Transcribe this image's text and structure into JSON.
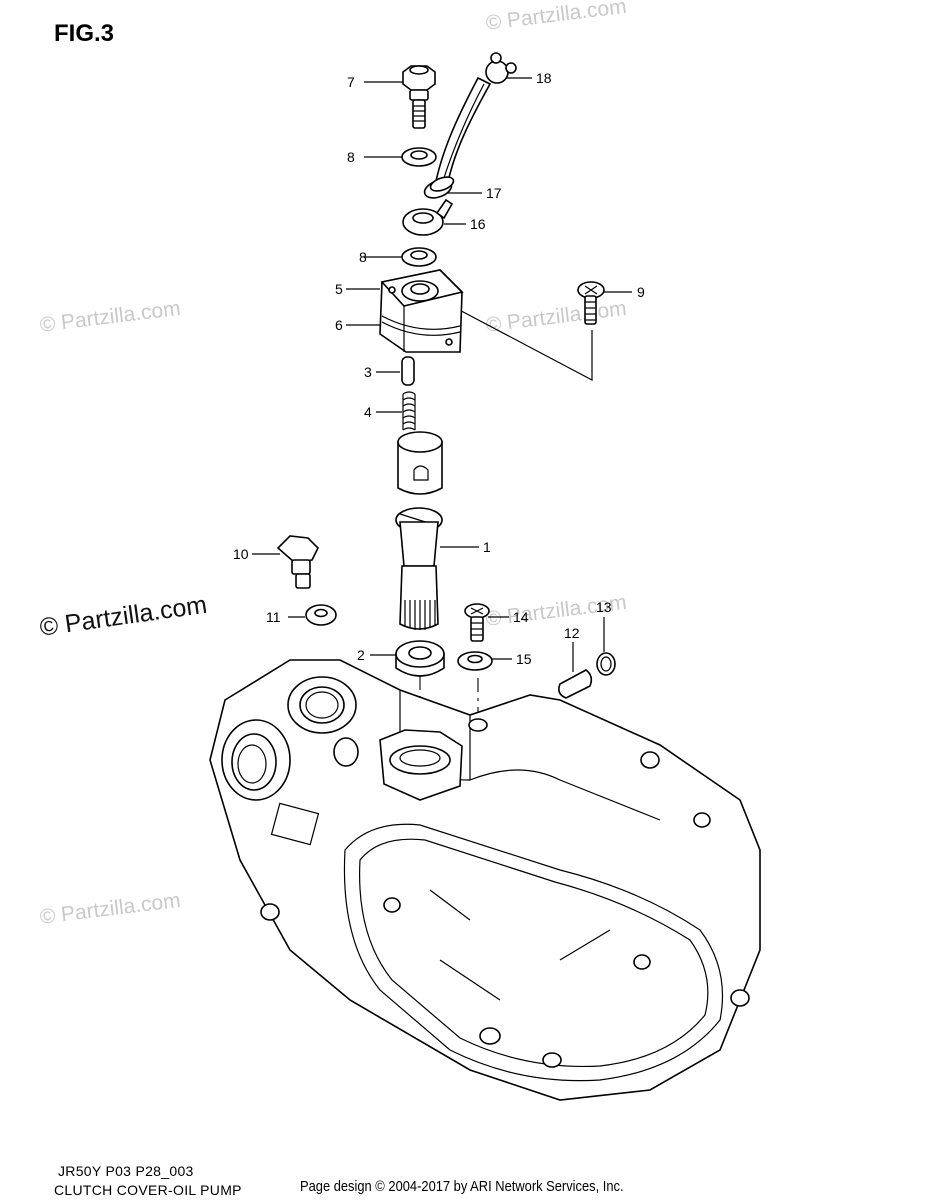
{
  "figure": {
    "title": "FIG.3",
    "model_code": "JR50Y P03 P28_003",
    "caption": "CLUTCH COVER-OIL PUMP",
    "copyright": "Page design © 2004-2017 by ARI Network Services, Inc."
  },
  "watermarks": {
    "text": "© Partzilla.com",
    "emphasized": "© Partzilla.com"
  },
  "callouts": [
    {
      "label": "7"
    },
    {
      "label": "18"
    },
    {
      "label": "8"
    },
    {
      "label": "17"
    },
    {
      "label": "16"
    },
    {
      "label": "8"
    },
    {
      "label": "5"
    },
    {
      "label": "9"
    },
    {
      "label": "6"
    },
    {
      "label": "3"
    },
    {
      "label": "4"
    },
    {
      "label": "1"
    },
    {
      "label": "10"
    },
    {
      "label": "14"
    },
    {
      "label": "13"
    },
    {
      "label": "11"
    },
    {
      "label": "12"
    },
    {
      "label": "2"
    },
    {
      "label": "15"
    }
  ]
}
